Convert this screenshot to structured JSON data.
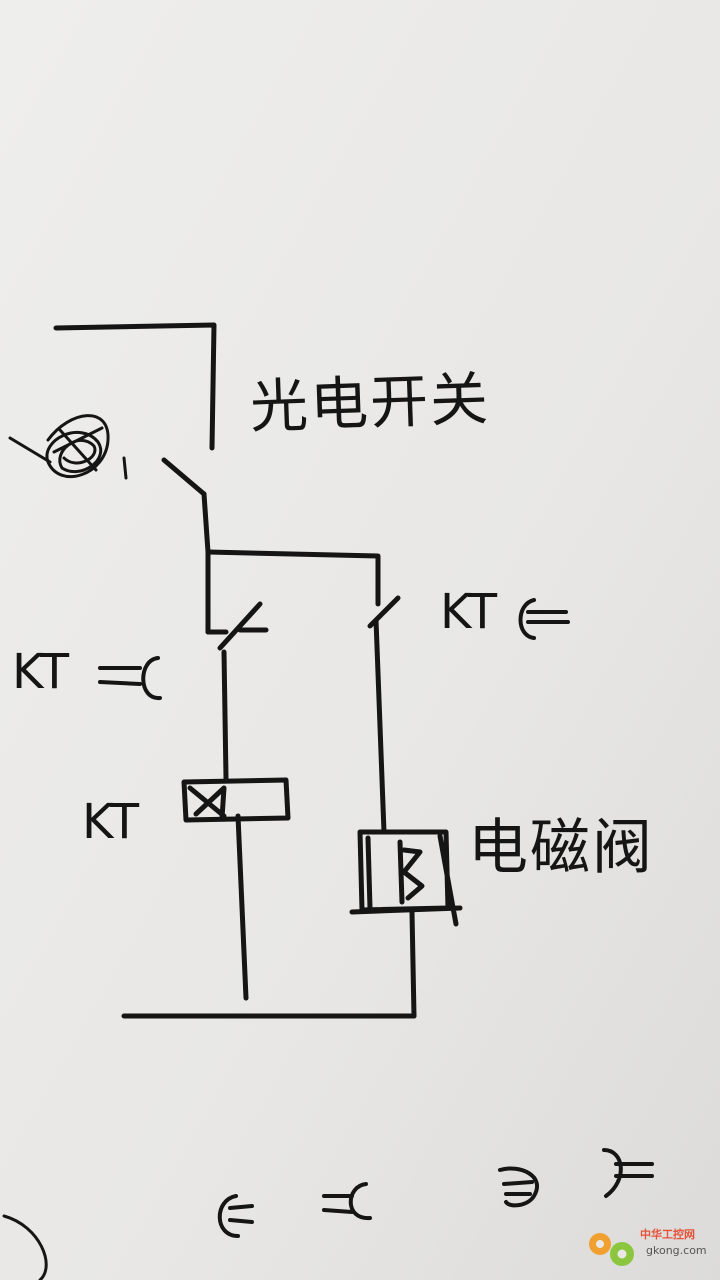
{
  "labels": {
    "photo_switch": "光电开关",
    "kt_right": "KT",
    "kt_left": "KT",
    "kt_coil": "KT",
    "solenoid_valve": "电磁阀"
  },
  "watermark": {
    "name": "中华工控网",
    "url": "gkong.com"
  },
  "colors": {
    "paper": "#e9e8e6",
    "ink": "#151515",
    "watermark_orange": "#f0a030",
    "watermark_green": "#8cc63f"
  }
}
